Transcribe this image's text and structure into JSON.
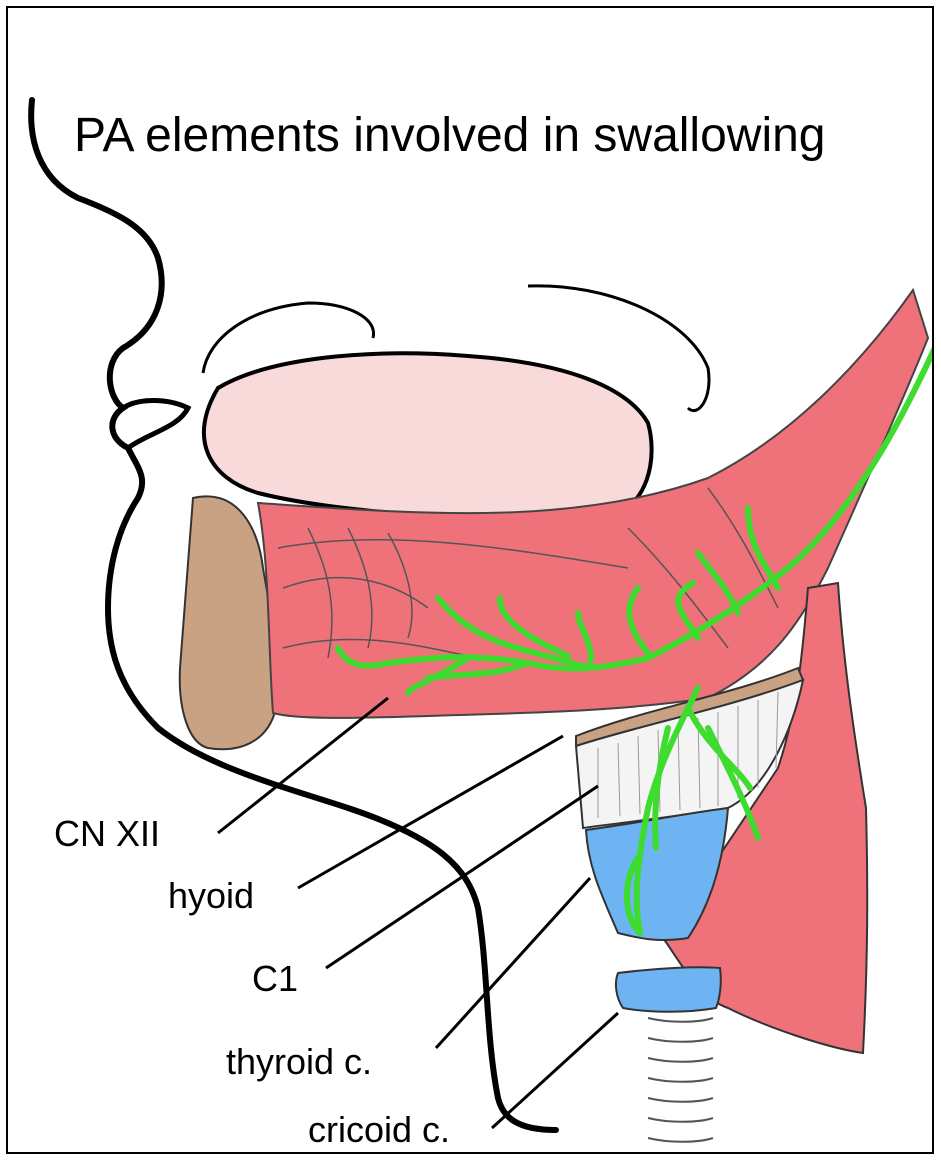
{
  "title": "PA elements involved in swallowing",
  "labels": {
    "cn_xii": "CN XII",
    "hyoid": "hyoid",
    "c1": "C1",
    "thyroid": "thyroid c.",
    "cricoid": "cricoid c."
  },
  "colors": {
    "muscle": "#ef727b",
    "nerve": "#3ddc2f",
    "cartilage": "#6fb4f2",
    "bone": "#c9a183",
    "palate": "#f8dada",
    "outline": "#000000"
  }
}
